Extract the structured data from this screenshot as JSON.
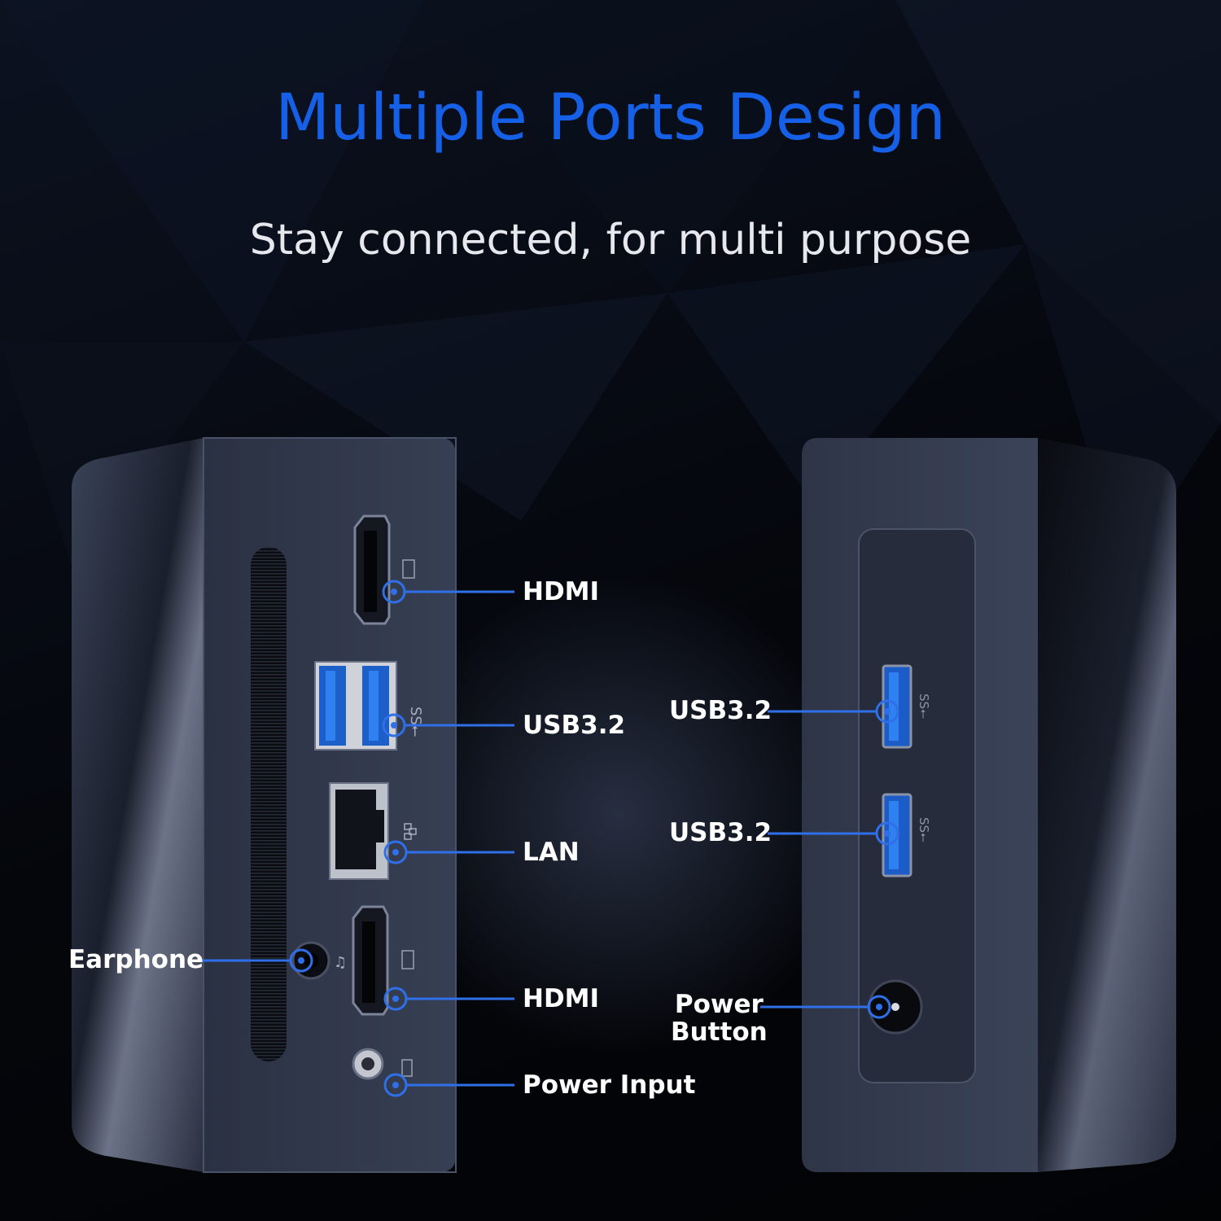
{
  "headline": "Multiple Ports Design",
  "tagline": "Stay connected, for multi purpose",
  "colors": {
    "accent": "#1560e6",
    "callout_line": "#2f6fe8",
    "label": "#ffffff",
    "background": "#05070c",
    "device_body": "#2b3142"
  },
  "front_panel_labels": {
    "hdmi_top": "HDMI",
    "usb": "USB3.2",
    "lan": "LAN",
    "earphone": "Earphone",
    "hdmi_bottom": "HDMI",
    "power_input": "Power Input"
  },
  "side_panel_labels": {
    "usb_top": "USB3.2",
    "usb_bottom": "USB3.2",
    "power_button_line1": "Power",
    "power_button_line2": "Button"
  },
  "icons": [
    "hdmi-icon",
    "usb-ss-icon",
    "lan-icon",
    "headphone-icon",
    "power-bolt-icon"
  ]
}
